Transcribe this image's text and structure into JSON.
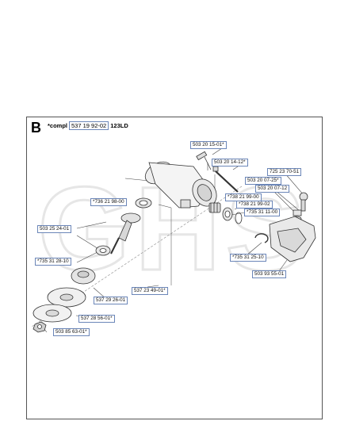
{
  "header": {
    "section_letter": "B",
    "prefix": "*compl",
    "part_number": "537 19 92-02",
    "model": "123LD"
  },
  "watermark": {
    "text": "GHS",
    "color": "#ececec"
  },
  "colors": {
    "label_border": "#6b86b8",
    "line": "#444444",
    "part_stroke": "#333333"
  },
  "parts": [
    {
      "id": "p1",
      "label": "503 20 15-01*"
    },
    {
      "id": "p2",
      "label": "503 20 14-12*"
    },
    {
      "id": "p3",
      "label": "725 23 70-51"
    },
    {
      "id": "p4",
      "label": "503 20 07-25*"
    },
    {
      "id": "p5",
      "label": "503 20 07-12"
    },
    {
      "id": "p6",
      "label": "*738 21 99-00"
    },
    {
      "id": "p7",
      "label": "*738 21 99-02"
    },
    {
      "id": "p8",
      "label": "*735 31 11-00"
    },
    {
      "id": "p9",
      "label": "*736 21 98-00"
    },
    {
      "id": "p10",
      "label": "503 25 24-01"
    },
    {
      "id": "p11",
      "label": "*735 31 28-10"
    },
    {
      "id": "p12",
      "label": "*735 31 25-10"
    },
    {
      "id": "p13",
      "label": "503 93 55-01"
    },
    {
      "id": "p14",
      "label": "537 23 49-01*"
    },
    {
      "id": "p15",
      "label": "537 29 26-01"
    },
    {
      "id": "p16",
      "label": "537 28 56-01*"
    },
    {
      "id": "p17",
      "label": "503 85 63-01*"
    }
  ]
}
